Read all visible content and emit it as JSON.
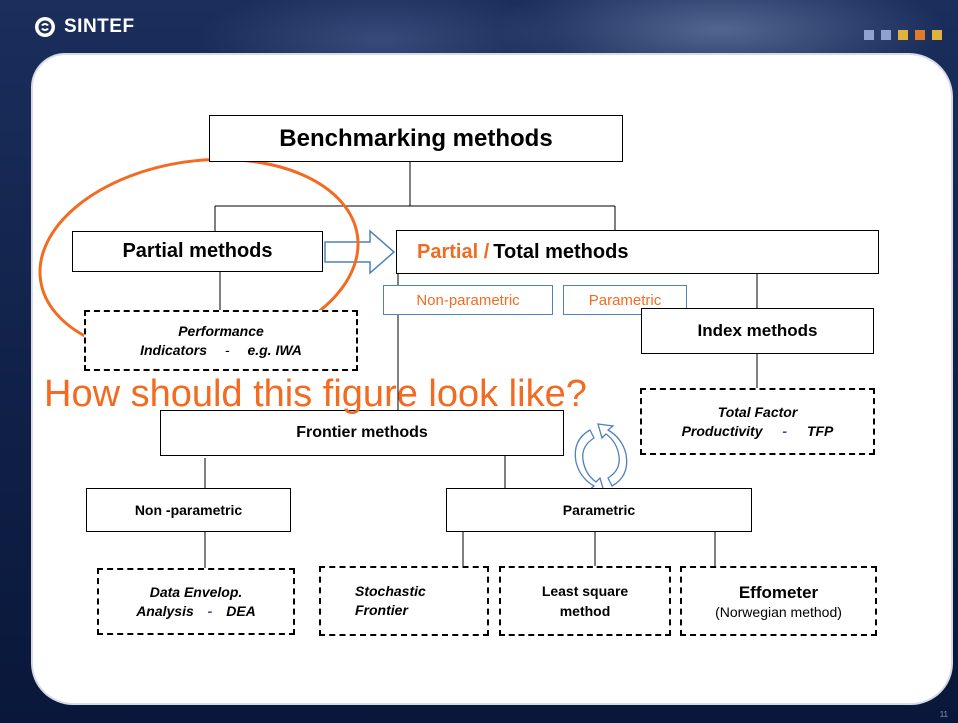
{
  "header": {
    "brand": "SINTEF",
    "logo_icon": "sintef-logo-icon",
    "square_colors": [
      "#8ea4cf",
      "#8ea4cf",
      "#e2b33c",
      "#e07b2c",
      "#e2b33c"
    ]
  },
  "diagram": {
    "root": "Benchmarking  methods",
    "partial_methods": "Partial methods",
    "partial_label": "Partial /",
    "total_label": "Total methods",
    "non_parametric_tag": "Non-parametric",
    "parametric_tag": "Parametric",
    "performance_line1": "Performance",
    "performance_line2": "Indicators",
    "performance_dash": "-",
    "performance_line2b": "e.g. IWA",
    "index_methods": "Index methods",
    "tfp_line1": "Total Factor",
    "tfp_line2": "Productivity",
    "tfp_dash": "-",
    "tfp_line2b": "TFP",
    "frontier_methods": "Frontier methods",
    "non_parametric": "Non  -parametric",
    "parametric": "Parametric",
    "dea_line1": "Data Envelop.",
    "dea_line2": "Analysis",
    "dea_dash": "-",
    "dea_line2b": "DEA",
    "stochastic_line1": "Stochastic",
    "stochastic_line2": "Frontier",
    "least_line1": "Least square",
    "least_line2": "method",
    "effometer_line1": "Effometer",
    "effometer_line2": "(Norwegian method)"
  },
  "overlay_question": "How should this figure look like?",
  "slide_number": "11",
  "colors": {
    "accent": "#f26b21",
    "tag_border": "#4f81bd",
    "dash_purple": "#7030a0"
  }
}
